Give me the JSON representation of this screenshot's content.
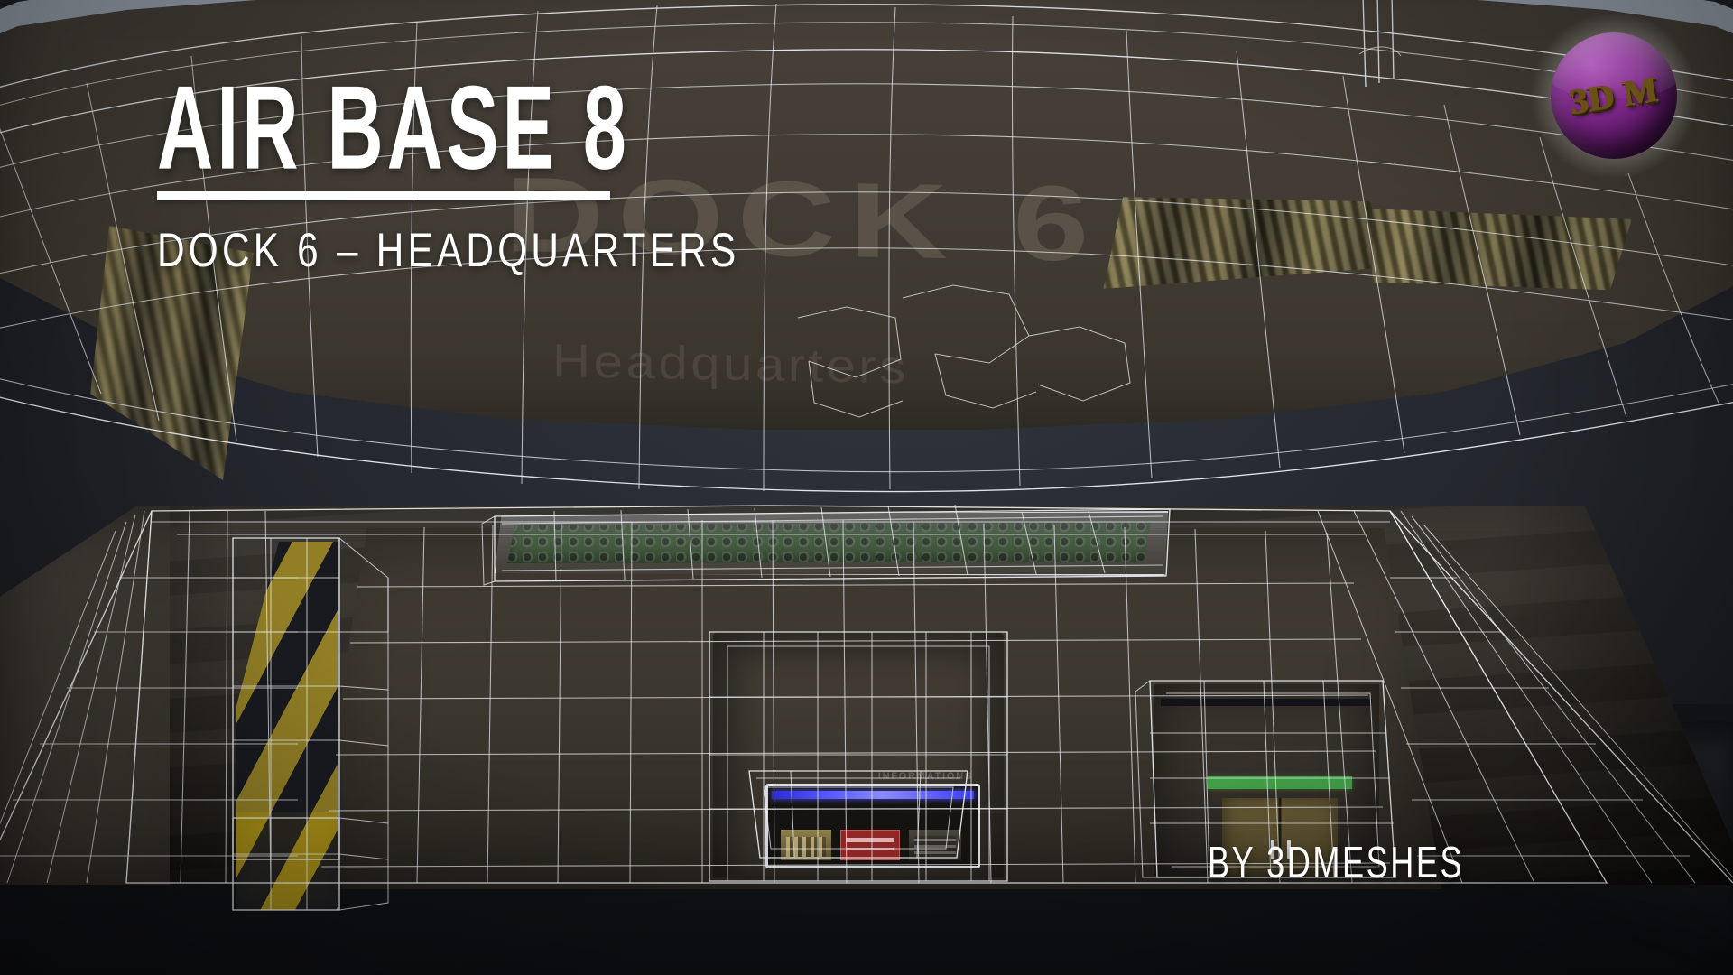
{
  "scene": {
    "kind": "3d-wireframe-render-promo",
    "background_color": "#2d3138",
    "floor_color": "#101216"
  },
  "headline": {
    "title": "AIR BASE 8",
    "subtitle": "DOCK 6 – HEADQUARTERS",
    "title_color": "#ffffff",
    "rule_color": "#ffffff"
  },
  "credit": {
    "text": "BY 3DMESHES"
  },
  "logo": {
    "text_3d": "3D",
    "text_m": "M",
    "sphere_color": "#7d2a88",
    "text_color": "#d9b567",
    "glow_color": "#ffffff"
  },
  "wall_signage": {
    "dock_label": "DOCK 6",
    "headquarters_label": "Headquarters",
    "color": "#6c6356"
  },
  "pavilion": {
    "info_label": "INFORMATIONS",
    "light_bar_color": "#4a4aff",
    "posters": [
      {
        "name": "poster-amber",
        "color": "#8d7c4a"
      },
      {
        "name": "poster-warning-red",
        "color": "#8f2726"
      },
      {
        "name": "poster-grey",
        "color": "#4a453c"
      }
    ]
  },
  "service_bay": {
    "status_bar_color": "#43a047",
    "door_color": "#574c2d"
  },
  "vent": {
    "color": "#27401f",
    "frame_color": "#eef1f5"
  },
  "hazard_ramp": {
    "stripe_color_warn": "#b59a16",
    "stripe_color_dark": "#1b1d24"
  },
  "wireframe": {
    "color": "#eef1f5",
    "opacity": "0.92"
  }
}
